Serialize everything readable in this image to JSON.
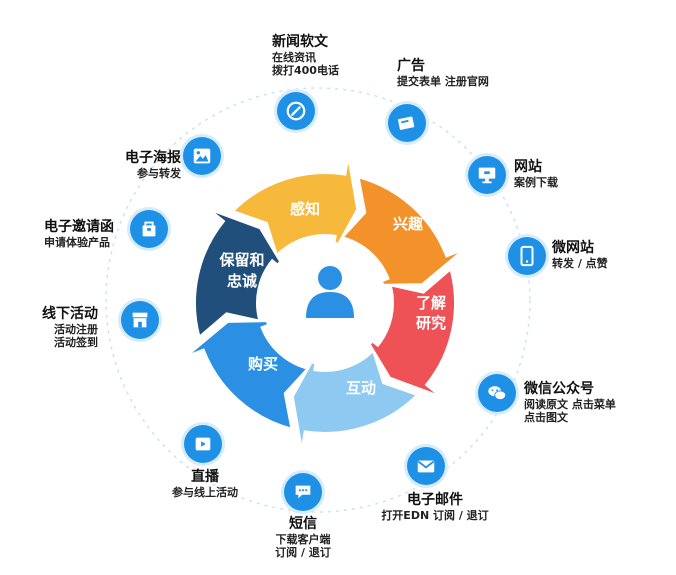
{
  "center": {
    "icon": "user-icon"
  },
  "segments": [
    {
      "label": "感知",
      "color": "#f6b93b"
    },
    {
      "label": "兴趣",
      "color": "#f3922a"
    },
    {
      "label_line1": "了解",
      "label_line2": "研究",
      "color": "#ee5156"
    },
    {
      "label": "互动",
      "color": "#8ec9f2"
    },
    {
      "label": "购买",
      "color": "#2b8fe3"
    },
    {
      "label_line1": "保留和",
      "label_line2": "忠诚",
      "color": "#1f4f7a"
    }
  ],
  "channels": {
    "news": {
      "title": "新闻软文",
      "sub1": "在线资讯",
      "sub2": "拨打400电话",
      "icon": "pen-icon"
    },
    "ads": {
      "title": "广告",
      "sub1": "提交表单 注册官网",
      "icon": "card-icon"
    },
    "website": {
      "title": "网站",
      "sub1": "案例下载",
      "icon": "monitor-icon"
    },
    "micro_site": {
      "title": "微网站",
      "sub1": "转发 / 点赞",
      "icon": "mobile-icon"
    },
    "wechat": {
      "title": "微信公众号",
      "sub1": "阅读原文 点击菜单",
      "sub2": "点击图文",
      "icon": "wechat-icon"
    },
    "email": {
      "title": "电子邮件",
      "sub1": "打开EDN 订阅 / 退订",
      "icon": "mail-icon"
    },
    "sms": {
      "title": "短信",
      "sub1": "下载客户端",
      "sub2": "订阅 / 退订",
      "icon": "chat-icon"
    },
    "live": {
      "title": "直播",
      "sub1": "参与线上活动",
      "icon": "play-icon"
    },
    "offline": {
      "title": "线下活动",
      "sub1": "活动注册",
      "sub2": "活动签到",
      "icon": "store-icon"
    },
    "invitation": {
      "title": "电子邀请函",
      "sub1": "申请体验产品",
      "icon": "envelope-icon"
    },
    "poster": {
      "title": "电子海报",
      "sub1": "参与转发",
      "icon": "image-icon"
    }
  }
}
